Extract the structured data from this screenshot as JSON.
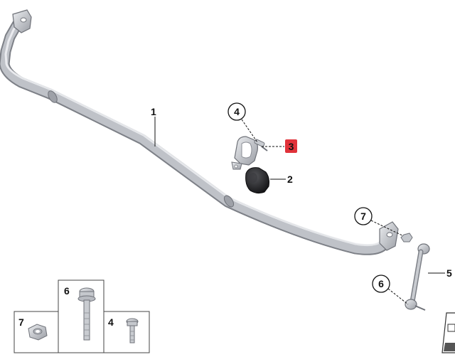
{
  "callouts": {
    "bar": "1",
    "bushing": "2",
    "bracket": "3",
    "bracket_bolt": "4",
    "link": "5",
    "link_lower_bolt": "6",
    "link_upper_nut": "7"
  },
  "parts_table": {
    "nut": "7",
    "bolt_long": "6",
    "bolt_short": "4"
  },
  "colors": {
    "highlight": "#e0323a",
    "bar": "#b9bcc2",
    "bar_edge": "#7d8087",
    "rubber": "#1c1c1e"
  }
}
